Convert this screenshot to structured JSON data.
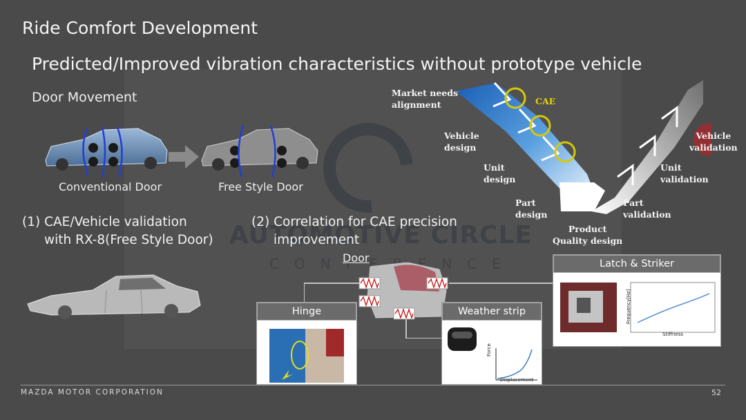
{
  "title": "Ride Comfort Development",
  "subtitle": "Predicted/Improved vibration characteristics without prototype vehicle",
  "section_heading": "Door Movement",
  "cars": {
    "conventional_label": "Conventional Door",
    "freestyle_label": "Free Style Door"
  },
  "items": {
    "item1_line1": "(1) CAE/Vehicle validation",
    "item1_line2": "with RX-8(Free Style Door)",
    "item2_line1": "(2) Correlation for  CAE precision",
    "item2_line2": "improvement"
  },
  "watermark": {
    "line1": "AUTOMOTIVE CIRCLE",
    "line2": "CONFERENCE"
  },
  "vdiagram": {
    "market": [
      "Market needs",
      "alignment"
    ],
    "cae": "CAE",
    "vehicle_design": [
      "Vehicle",
      "design"
    ],
    "unit_design": [
      "Unit",
      "design"
    ],
    "part_design": [
      "Part",
      "design"
    ],
    "product_quality": [
      "Product",
      "Quality design"
    ],
    "part_validation": [
      "Part",
      "validation"
    ],
    "unit_validation": [
      "Unit",
      "validation"
    ],
    "vehicle_validation": [
      "Vehicle",
      "validation"
    ]
  },
  "door_label": "Door",
  "hinge": {
    "title": "Hinge"
  },
  "weather": {
    "title": "Weather strip",
    "ylabel": "Force",
    "xlabel": "Displacement"
  },
  "latch": {
    "title": "Latch & Striker",
    "ylabel": "Frequency[Hz]",
    "xlabel": "Stiffness"
  },
  "footer": {
    "company": "MAZDA MOTOR CORPORATION",
    "page": "52"
  }
}
